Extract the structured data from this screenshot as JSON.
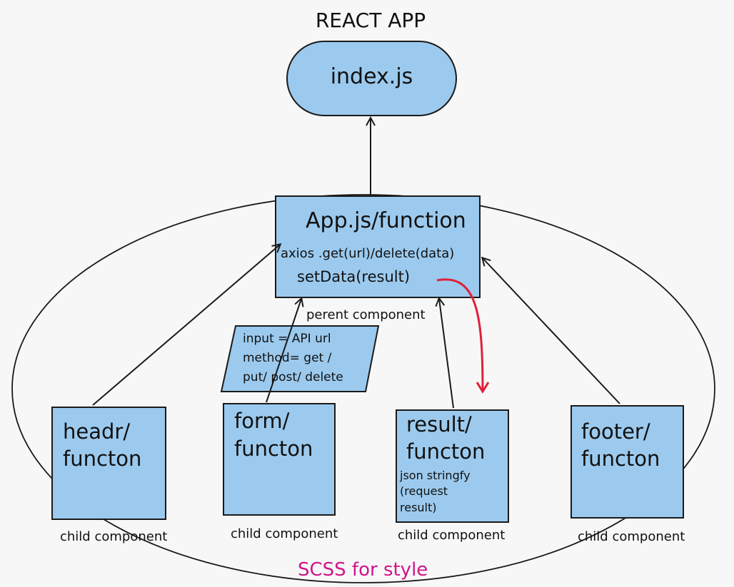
{
  "title": "REACT APP",
  "index_node": {
    "label": "index.js"
  },
  "app_node": {
    "title": "App.js/function",
    "line1": "axios .get(url)/delete(data)",
    "line2": "setData(result)"
  },
  "parent_label": "perent component",
  "input_node": {
    "line1": "input = API url",
    "line2": "method= get /",
    "line3": "put/ post/ delete"
  },
  "children": [
    {
      "line1": "headr/",
      "line2": "functon",
      "caption": "child component"
    },
    {
      "line1": "form/",
      "line2": "functon",
      "caption": "child component"
    },
    {
      "line1": "result/",
      "line2": "functon",
      "note1": "json stringfy",
      "note2": "(request",
      "note3": "result)",
      "caption": "child component"
    },
    {
      "line1": "footer/",
      "line2": "functon",
      "caption": "child component"
    }
  ],
  "scss_label": "SCSS for style",
  "colors": {
    "box_fill": "#9ccaee",
    "stroke": "#1a1a1a",
    "accent_red": "#e0203a",
    "accent_pink": "#d0148a"
  }
}
